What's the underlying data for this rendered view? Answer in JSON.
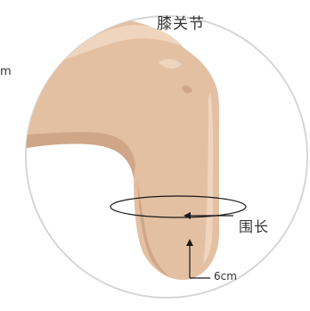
{
  "labels": {
    "title": "膝关节",
    "circumference": "围长",
    "distance": "6cm",
    "edge_fragment": "m"
  },
  "colors": {
    "skin": "#E3C0A2",
    "skin_shadow": "#CFA688",
    "skin_highlight": "#EFD5BE",
    "ring": "#D6D6D6",
    "line": "#1A1A1A"
  }
}
